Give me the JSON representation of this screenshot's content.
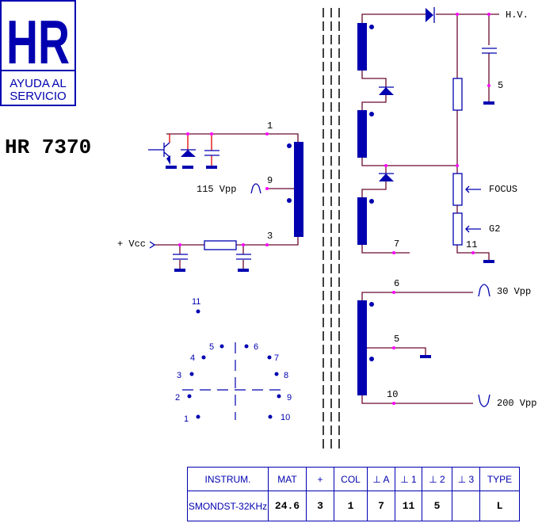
{
  "logo": {
    "letters": "HR",
    "line1": "AYUDA AL",
    "line2": "SERVICIO"
  },
  "model": "HR 7370",
  "labels": {
    "pin1": "1",
    "pin9": "9",
    "pin3": "3",
    "vpp115": "115 Vpp",
    "vcc": "+ Vcc",
    "hv": "H.V.",
    "pin5_top": "5",
    "focus": "FOCUS",
    "g2": "G2",
    "pin11": "11",
    "pin7": "7",
    "pin6": "6",
    "vpp30": "30 Vpp",
    "pin5": "5",
    "pin10": "10",
    "vpp200": "200 Vpp"
  },
  "pinout": {
    "p1": "1",
    "p2": "2",
    "p3": "3",
    "p4": "4",
    "p5": "5",
    "p6": "6",
    "p7": "7",
    "p8": "8",
    "p9": "9",
    "p10": "10",
    "p11": "11"
  },
  "table": {
    "headers": [
      "INSTRUM.",
      "MAT",
      "+",
      "COL",
      "⊥ A",
      "⊥ 1",
      "⊥ 2",
      "⊥ 3",
      "TYPE"
    ],
    "values": [
      "SMONDST-32KHz",
      "24.6",
      "3",
      "1",
      "7",
      "11",
      "5",
      "",
      "L"
    ]
  }
}
